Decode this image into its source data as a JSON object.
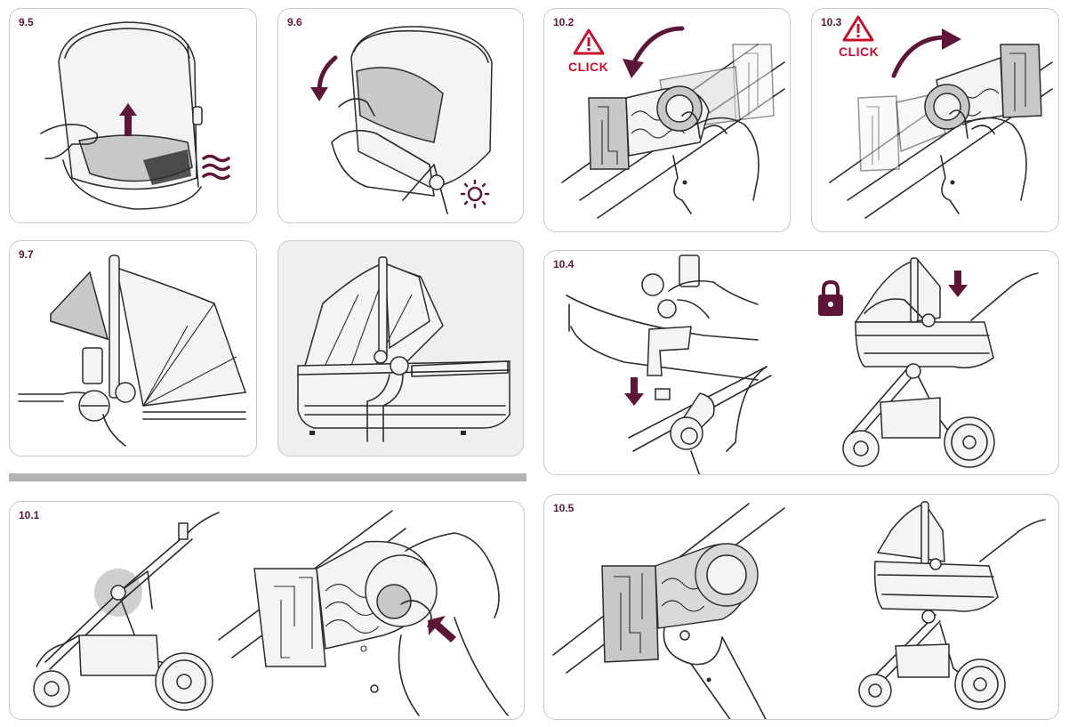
{
  "steps": {
    "s9_5": "9.5",
    "s9_6": "9.6",
    "s9_7": "9.7",
    "s10_1": "10.1",
    "s10_2": "10.2",
    "s10_3": "10.3",
    "s10_4": "10.4",
    "s10_5": "10.5"
  },
  "labels": {
    "click_10_2": "CLICK",
    "click_10_3": "CLICK"
  },
  "colors": {
    "accent": "#5e1638",
    "warning": "#c8102e",
    "panel_border": "#c9c9c9",
    "divider": "#b3b3b3"
  },
  "icons": [
    "up-arrow-icon",
    "air-flow-icon",
    "down-curved-arrow-icon",
    "sun-icon",
    "warning-icon",
    "curved-arrow-icon",
    "lock-icon",
    "down-arrow-icon",
    "push-arrow-icon"
  ]
}
